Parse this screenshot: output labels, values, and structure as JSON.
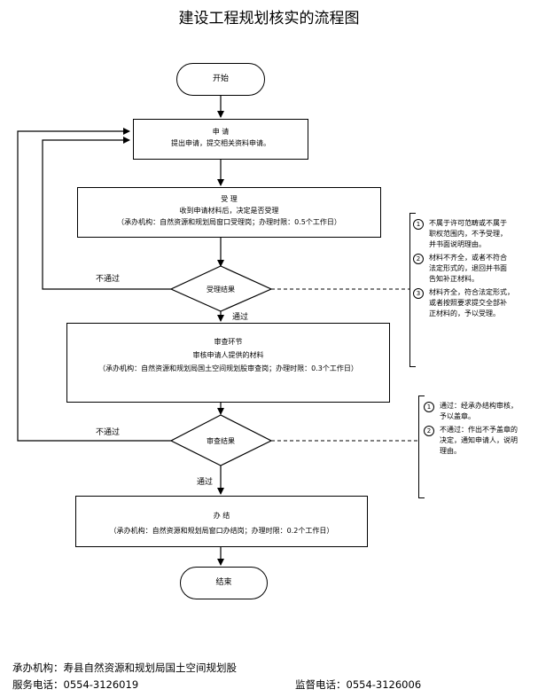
{
  "title": "建设工程规划核实的流程图",
  "start_label": "开始",
  "end_label": "结束",
  "apply": {
    "title": "申  请",
    "desc": "提出申请，提交相关资料申请。"
  },
  "accept": {
    "title": "受  理",
    "desc": "收到申请材料后，决定是否受理",
    "org": "（承办机构：自然资源和规划局窗口受理岗；办理时限：0.5个工作日）"
  },
  "decision1": {
    "label": "受理结果",
    "fail": "不通过",
    "pass": "通过"
  },
  "review": {
    "title": "审查环节",
    "desc": "审核申请人提供的材料",
    "org": "（承办机构：自然资源和规划局国土空间规划股审查岗；办理时限：0.3个工作日）"
  },
  "decision2": {
    "label": "审查结果",
    "fail": "不通过",
    "pass": "通过"
  },
  "complete": {
    "title": "办  结",
    "org": "（承办机构：自然资源和规划局窗口办结岗；办理时限：0.2个工作日）"
  },
  "note1": [
    {
      "num": "1",
      "lines": [
        "不属于许可范畴或不属于",
        "职权范围内，不予受理，",
        "并书面说明理由。"
      ]
    },
    {
      "num": "2",
      "lines": [
        "材料不齐全，或者不符合",
        "法定形式的，退回并书面",
        "告知补正材料。"
      ]
    },
    {
      "num": "3",
      "lines": [
        "材料齐全，符合法定形式，",
        "或者按照要求提交全部补",
        "正材料的，予以受理。"
      ]
    }
  ],
  "note2": [
    {
      "num": "1",
      "lines": [
        "通过：经承办结构审核，",
        "予以盖章。"
      ]
    },
    {
      "num": "2",
      "lines": [
        "不通过：作出不予盖章的",
        "决定，通知申请人，说明",
        "理由。"
      ]
    }
  ],
  "footer": {
    "org": "承办机构：寿县自然资源和规划局国土空间规划股",
    "service_phone": "服务电话：0554-3126019",
    "supervise_phone": "监督电话：0554-3126006"
  }
}
